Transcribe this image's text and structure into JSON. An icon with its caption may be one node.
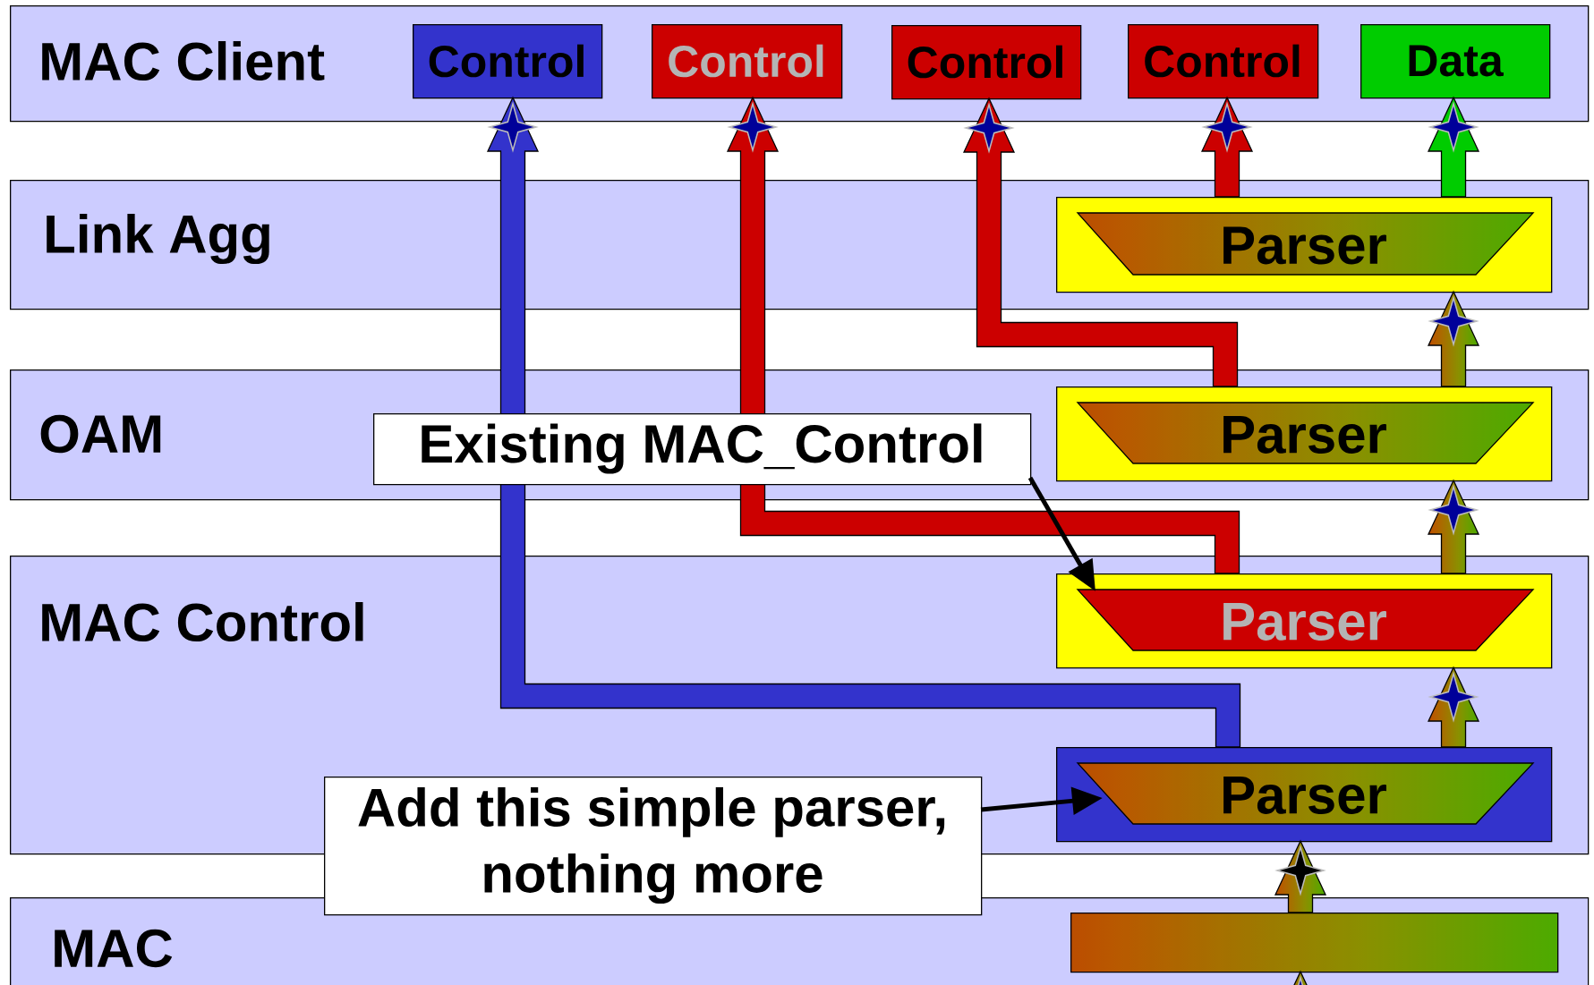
{
  "diagram": {
    "nodes": [
      {
        "text": [
          "MAC Client"
        ]
      },
      {
        "text": [
          "Control"
        ],
        "in": 0
      },
      {
        "text": [
          "Control"
        ],
        "in": 0
      },
      {
        "text": [
          "Control"
        ],
        "in": 0
      },
      {
        "text": [
          "Control"
        ],
        "in": 0
      },
      {
        "text": [
          "Data"
        ],
        "in": 0
      },
      {
        "text": [
          "Link Agg"
        ]
      },
      {
        "text": [
          "Parser"
        ],
        "in": 6
      },
      {
        "text": [
          "OAM"
        ]
      },
      {
        "text": [
          "Parser"
        ],
        "in": 8
      },
      {
        "text": [
          "MAC Control"
        ]
      },
      {
        "text": [
          "Parser"
        ],
        "in": 10
      },
      {
        "text": [
          "Parser"
        ],
        "in": 10
      },
      {
        "text": [
          "MAC"
        ]
      },
      {
        "text": [],
        "shape": "bar",
        "in": 13
      },
      {
        "text": [
          "Existing MAC_Control"
        ],
        "in": 8
      },
      {
        "text": [
          "Add this simple parser, nothing more"
        ]
      }
    ],
    "edges": [
      {
        "from": 12,
        "to": 1,
        "arrow": "to",
        "color": "#3333cc"
      },
      {
        "from": 11,
        "to": 2,
        "arrow": "to",
        "color": "#cc0000"
      },
      {
        "from": 9,
        "to": 3,
        "arrow": "to",
        "color": "#cc0000"
      },
      {
        "from": 7,
        "to": 4,
        "arrow": "to",
        "color": "#cc0000"
      },
      {
        "from": 7,
        "to": 5,
        "arrow": "to",
        "color": "#00cc00"
      },
      {
        "from": 9,
        "to": 7,
        "arrow": "to"
      },
      {
        "from": 11,
        "to": 9,
        "arrow": "to"
      },
      {
        "from": 12,
        "to": 11,
        "arrow": "to"
      },
      {
        "from": 14,
        "to": 12,
        "arrow": "to"
      },
      {
        "from": null,
        "to": 14,
        "arrow": "to"
      },
      {
        "from": 15,
        "to": 11,
        "arrow": "to",
        "color": "#000000"
      },
      {
        "from": 16,
        "to": 12,
        "arrow": "to",
        "color": "#000000"
      }
    ]
  }
}
